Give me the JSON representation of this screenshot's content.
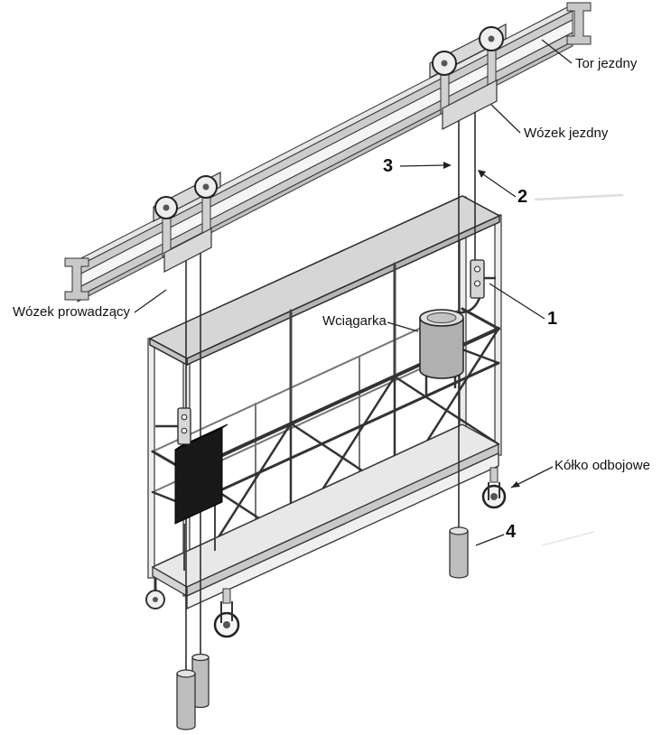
{
  "figure": {
    "background": "#ffffff",
    "ink": "#2a2a2a",
    "metal_light": "#e6e6e6",
    "metal_mid": "#cccccc",
    "dark_box": "#181818"
  },
  "labels": {
    "tor_jezdny": "Tor jezdny",
    "wozek_jezdny": "Wózek jezdny",
    "wozek_prowadzacy": "Wózek prowadzący",
    "wciagarka": "Wciągarka",
    "kolko_odbojowe": "Kółko odbojowe"
  },
  "callouts": {
    "n1": "1",
    "n2": "2",
    "n3": "3",
    "n4": "4"
  }
}
